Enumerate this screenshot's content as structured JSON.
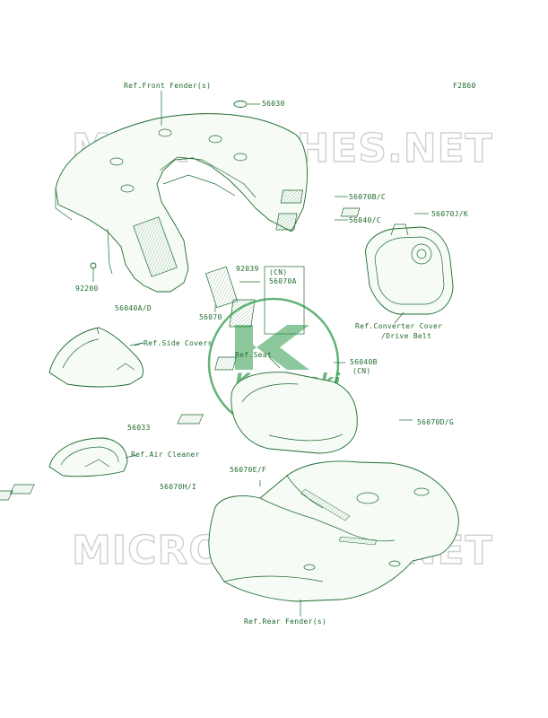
{
  "figure_code": "F2860",
  "watermark": {
    "text": "MICROFICHES.NET",
    "logo_text": "Kawasaki",
    "colors": {
      "logo": "#2e9b4a",
      "watermark_outline": "#b9bdb9"
    }
  },
  "colors": {
    "line": "#1e6b2e",
    "background": "#ffffff"
  },
  "callouts": {
    "ref_front_fender": "Ref.Front Fender(s)",
    "p56030": "56030",
    "p56070bc": "56070B/C",
    "p56040c": "56040/C",
    "p56070jk": "56070J/K",
    "p92039": "92039",
    "cn_top": "(CN)",
    "p56070a": "56070A",
    "p92200": "92200",
    "p56040ad": "56040A/D",
    "p56070": "56070",
    "ref_converter_l1": "Ref.Converter Cover",
    "ref_converter_l2": "/Drive Belt",
    "ref_side_covers": "Ref.Side Covers",
    "ref_seat": "Ref.Seat",
    "p56040b": "56040B",
    "cn_bottom": "(CN)",
    "p56033": "56033",
    "ref_air_cleaner": "Ref.Air Cleaner",
    "p56070dg": "56070D/G",
    "p56070ef": "56070E/F",
    "p56070hi": "56070H/I",
    "ref_rear_fender": "Ref.Rear Fender(s)"
  }
}
